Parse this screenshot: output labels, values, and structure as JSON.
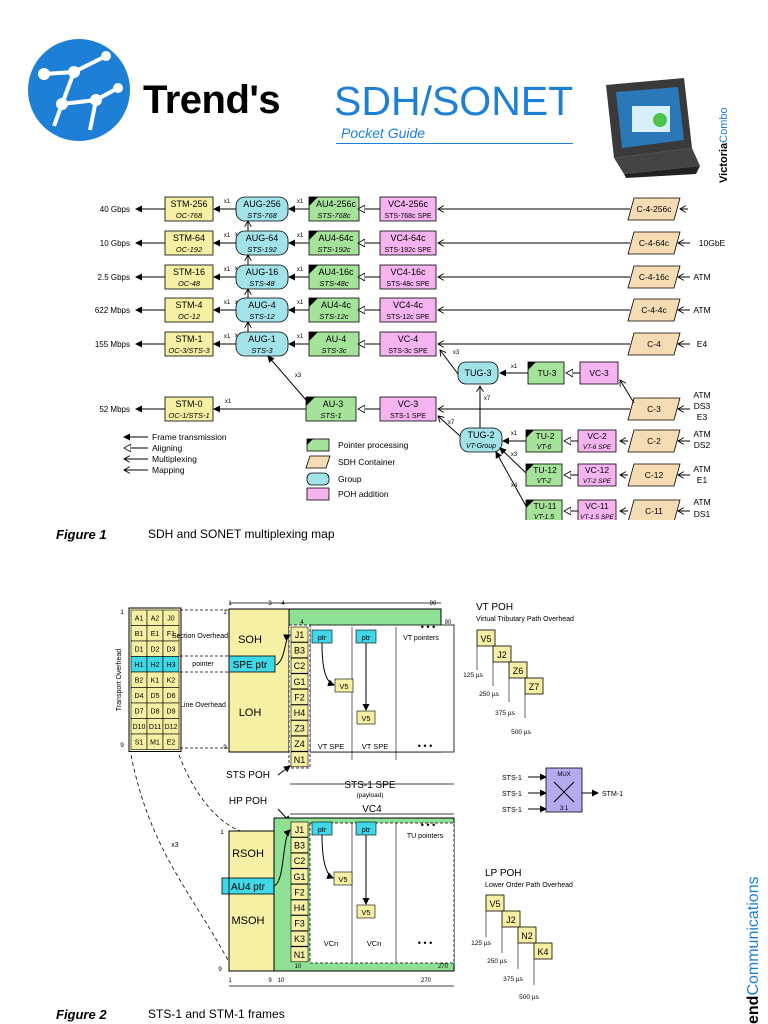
{
  "header": {
    "brand": "Trend's",
    "product": "SDH/SONET",
    "subtitle": "Pocket Guide",
    "device_name": "Victoria",
    "device_suffix": "Combo",
    "footer_brand_bold": "end",
    "footer_brand_rest": "Communications"
  },
  "colors": {
    "yellow": "#f5f0a4",
    "green": "#a6e39a",
    "cyan": "#a2e3ea",
    "pink": "#f5b3f0",
    "orange": "#f5dcb4",
    "brand_blue": "#1e7fd6",
    "mux": "#b3aaf0"
  },
  "figure1": {
    "label": "Figure 1",
    "caption": "SDH and SONET multiplexing map",
    "rates": [
      "40 Gbps",
      "10 Gbps",
      "2.5 Gbps",
      "622 Mbps",
      "155 Mbps",
      "52 Mbps"
    ],
    "stm": [
      [
        "STM-256",
        "OC-768"
      ],
      [
        "STM-64",
        "OC-192"
      ],
      [
        "STM-16",
        "OC-48"
      ],
      [
        "STM-4",
        "OC-12"
      ],
      [
        "STM-1",
        "OC-3/STS-3"
      ],
      [
        "STM-0",
        "OC-1/STS-1"
      ]
    ],
    "aug": [
      [
        "AUG-256",
        "STS-768"
      ],
      [
        "AUG-64",
        "STS-192"
      ],
      [
        "AUG-16",
        "STS-48"
      ],
      [
        "AUG-4",
        "STS-12"
      ],
      [
        "AUG-1",
        "STS-3"
      ]
    ],
    "au": [
      [
        "AU4-256c",
        "STS-768c"
      ],
      [
        "AU4-64c",
        "STS-192c"
      ],
      [
        "AU4-16c",
        "STS-48c"
      ],
      [
        "AU4-4c",
        "STS-12c"
      ],
      [
        "AU-4",
        "STS-3c"
      ],
      [
        "AU-3",
        "STS-1"
      ]
    ],
    "vc_high": [
      [
        "VC4-256c",
        "STS-768c SPE"
      ],
      [
        "VC4-64c",
        "STS-192c SPE"
      ],
      [
        "VC4-16c",
        "STS-48c SPE"
      ],
      [
        "VC4-4c",
        "STS-12c SPE"
      ],
      [
        "VC-4",
        "STS-3c SPE"
      ],
      [
        "VC-3",
        "STS-1 SPE"
      ]
    ],
    "containers": [
      "C-4-256c",
      "C-4-64c",
      "C-4-16c",
      "C-4-4c",
      "C-4",
      "C-3",
      "C-2",
      "C-12",
      "C-11"
    ],
    "clients": [
      "10GbE",
      "ATM",
      "ATM",
      "E4",
      "ATM",
      "DS3",
      "E3",
      "ATM",
      "DS2",
      "ATM",
      "E1",
      "ATM",
      "DS1"
    ],
    "tug3": "TUG-3",
    "tug2": [
      "TUG-2",
      "VT-Group"
    ],
    "tu": [
      [
        "TU-3",
        ""
      ],
      [
        "TU-2",
        "VT-6"
      ],
      [
        "TU-12",
        "VT-2"
      ],
      [
        "TU-11",
        "VT-1.5"
      ]
    ],
    "vc_low": [
      [
        "VC-3",
        ""
      ],
      [
        "VC-2",
        "VT-6 SPE"
      ],
      [
        "VC-12",
        "VT-2 SPE"
      ],
      [
        "VC-11",
        "VT-1.5 SPE"
      ]
    ],
    "mult": [
      "x1",
      "x4",
      "x3",
      "x7",
      "x3",
      "x4"
    ],
    "legend_arrows": [
      "Frame transmission",
      "Aligning",
      "Multiplexing",
      "Mapping"
    ],
    "legend_boxes": [
      "Pointer processing",
      "SDH Container",
      "Group",
      "POH addition"
    ]
  },
  "figure2": {
    "label": "Figure 2",
    "caption": "STS-1 and STM-1 frames",
    "toh_rows": [
      [
        "A1",
        "A2",
        "J0"
      ],
      [
        "B1",
        "E1",
        "F1"
      ],
      [
        "D1",
        "D2",
        "D3"
      ],
      [
        "H1",
        "H2",
        "H3"
      ],
      [
        "B2",
        "K1",
        "K2"
      ],
      [
        "D4",
        "D5",
        "D6"
      ],
      [
        "D7",
        "D8",
        "D9"
      ],
      [
        "D10",
        "D11",
        "D12"
      ],
      [
        "S1",
        "M1",
        "E2"
      ]
    ],
    "toh_label": "Transport Overhead",
    "section_label": "Section Overhead",
    "pointer_label": "pointer",
    "line_label": "Line Overhead",
    "soh": "SOH",
    "spe_ptr": "SPE ptr",
    "loh": "LOH",
    "poh_cells": [
      "J1",
      "B3",
      "C2",
      "G1",
      "F2",
      "H4",
      "Z3",
      "Z4",
      "N1"
    ],
    "hp_poh_cells": [
      "J1",
      "B3",
      "C2",
      "G1",
      "F2",
      "H4",
      "F3",
      "K3",
      "N1"
    ],
    "ptr": "ptr",
    "v5": "V5",
    "vt_pointers": "VT pointers",
    "tu_pointers": "TU pointers",
    "vt_spe": "VT SPE",
    "vcn": "VCn",
    "ellipsis": "• • •",
    "sts_poh": "STS POH",
    "sts1_spe": "STS-1 SPE",
    "payload": "(payload)",
    "hp_poh": "HP POH",
    "vc4": "VC4",
    "rsoh": "RSOH",
    "au4_ptr": "AU4 ptr",
    "msoh": "MSOH",
    "x3": "x3",
    "col_top": [
      "1",
      "3",
      "4",
      "90",
      "4",
      "90"
    ],
    "col_bottom": [
      "1",
      "9",
      "10",
      "270",
      "10",
      "270"
    ],
    "row_marks": [
      "1",
      "9",
      "1",
      "9",
      "1",
      "9"
    ],
    "vt_poh_title": "VT POH",
    "vt_poh_sub": "Virtual Tributary Path Overhead",
    "vt_poh_bytes": [
      "V5",
      "J2",
      "Z6",
      "Z7"
    ],
    "lp_poh_title": "LP POH",
    "lp_poh_sub": "Lower Order Path Overhead",
    "lp_poh_bytes": [
      "V5",
      "J2",
      "N2",
      "K4"
    ],
    "times": [
      "125 µs",
      "250 µs",
      "375 µs",
      "500 µs"
    ],
    "mux_inputs": [
      "STS-1",
      "STS-1",
      "STS-1"
    ],
    "mux_label": "MUX",
    "mux_ratio": "3:1",
    "mux_output": "STM-1"
  }
}
